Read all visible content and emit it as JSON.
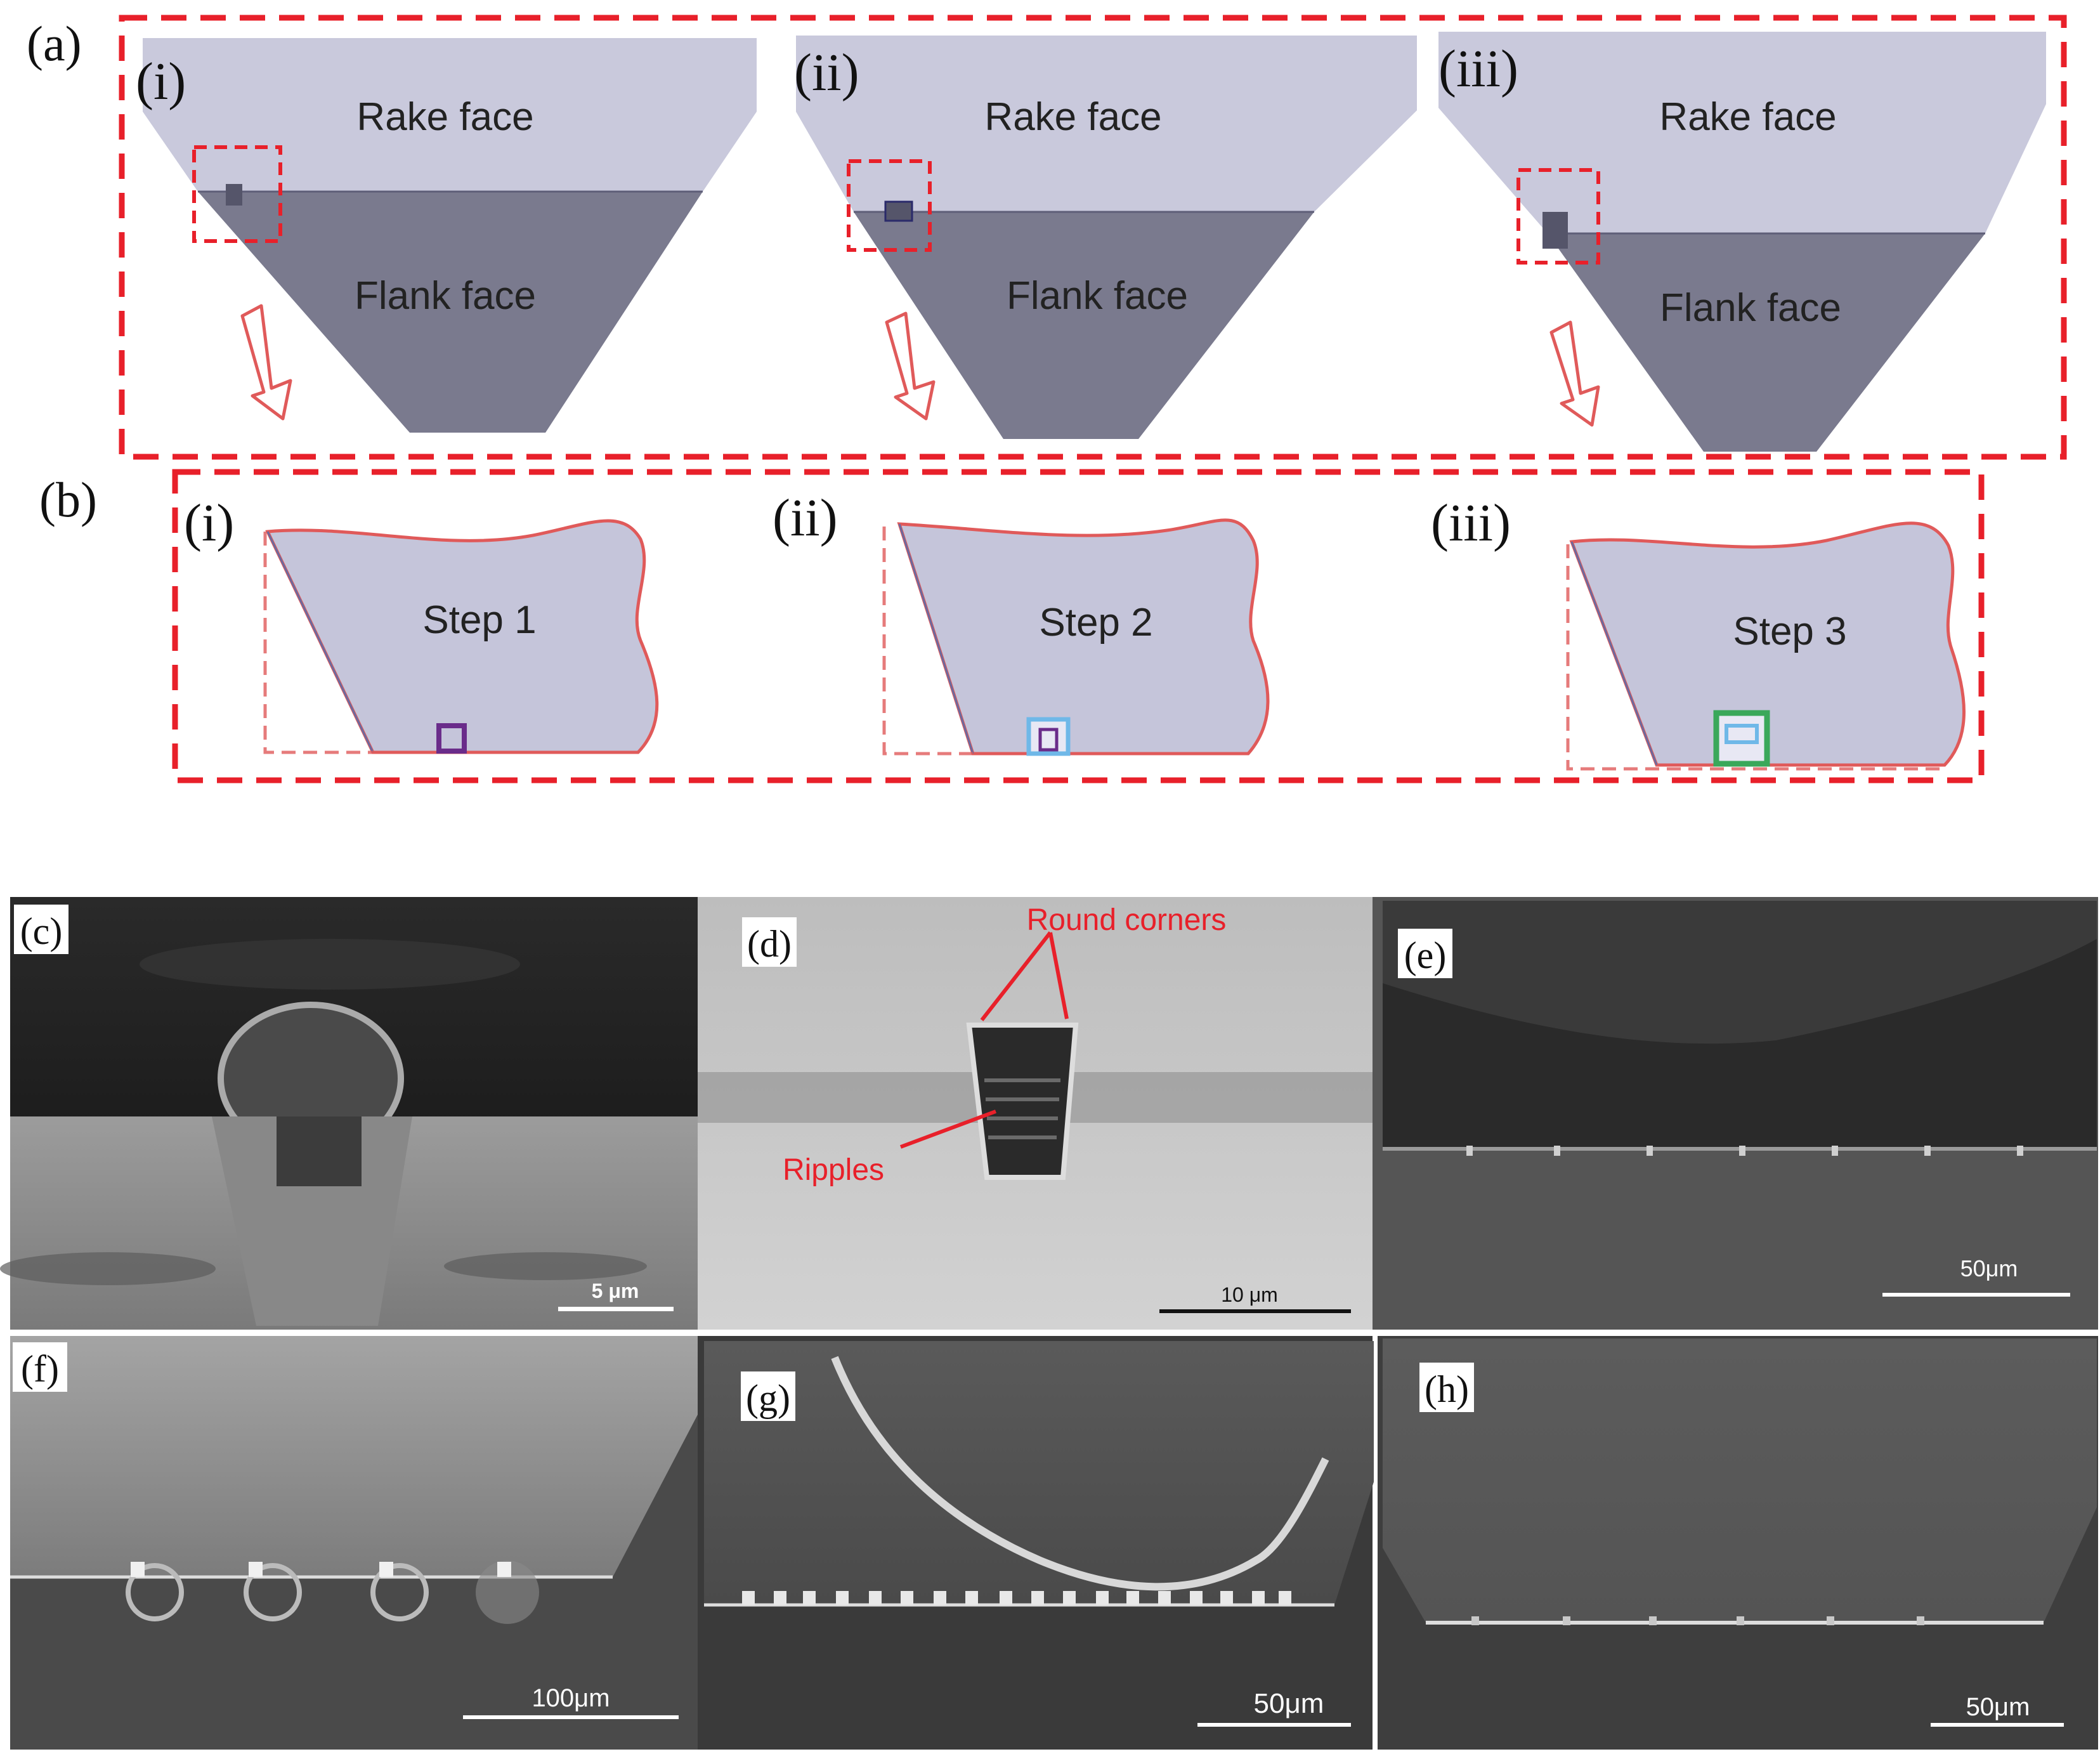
{
  "panel_a": {
    "label": "(a)",
    "subpanels": [
      {
        "label": "(i)",
        "rake": "Rake face",
        "flank": "Flank face"
      },
      {
        "label": "(ii)",
        "rake": "Rake face",
        "flank": "Flank face"
      },
      {
        "label": "(iii)",
        "rake": "Rake face",
        "flank": "Flank face"
      }
    ]
  },
  "panel_b": {
    "label": "(b)",
    "subpanels": [
      {
        "label": "(i)",
        "step": "Step 1"
      },
      {
        "label": "(ii)",
        "step": "Step 2"
      },
      {
        "label": "(iii)",
        "step": "Step 3"
      }
    ]
  },
  "micrographs": {
    "c": {
      "label": "(c)",
      "scale": "5 μm"
    },
    "d": {
      "label": "(d)",
      "scale": "10 μm",
      "annotation_corners": "Round corners",
      "annotation_ripples": "Ripples"
    },
    "e": {
      "label": "(e)",
      "scale": "50μm"
    },
    "f": {
      "label": "(f)",
      "scale": "100μm"
    },
    "g": {
      "label": "(g)",
      "scale": "50μm"
    },
    "h": {
      "label": "(h)",
      "scale": "50μm"
    }
  },
  "colors": {
    "dashed_frame": "#e8202a",
    "rake_face": "#c9c9dc",
    "flank_face": "#7a7a8e",
    "step_fill": "#c5c5da",
    "annotation_red": "#e8202a"
  }
}
